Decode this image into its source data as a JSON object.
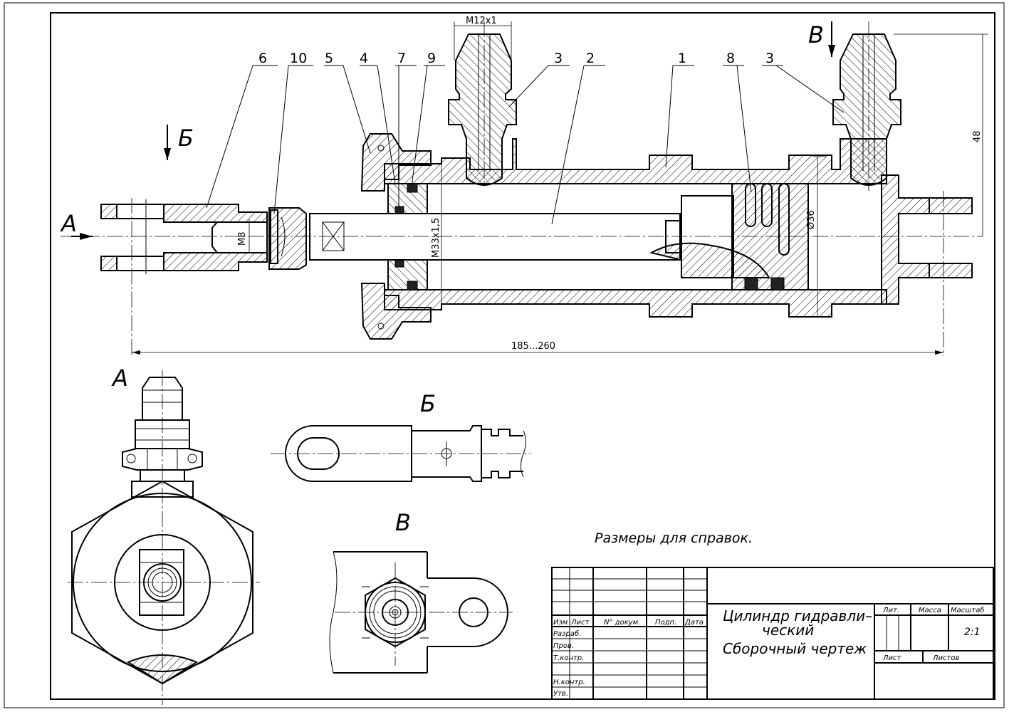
{
  "drawing": {
    "title_line1": "Цилиндр гидравли–",
    "title_line2": "ческий",
    "title_line3": "Сборочный чертеж",
    "note": "Размеры для справок.",
    "scale_value": "2:1"
  },
  "dimensions": {
    "thread_top": "M12x1",
    "thread_rod": "M8",
    "thread_nut": "M33x1,5",
    "diameter": "Ø36",
    "height": "48",
    "length": "185...260"
  },
  "part_numbers": [
    "6",
    "10",
    "5",
    "4",
    "7",
    "9",
    "3",
    "2",
    "1",
    "8",
    "3"
  ],
  "views": {
    "a_main": "A",
    "b_arrow": "Б",
    "v_arrow": "В",
    "a_view": "А",
    "b_view": "Б",
    "v_view": "В"
  },
  "title_block": {
    "col_izm": "Изм",
    "col_list": "Лист",
    "col_docnum": "N° докум.",
    "col_sign": "Подп.",
    "col_date": "Дата",
    "row_razrab": "Разраб.",
    "row_prov": "Пров.",
    "row_tkontr": "Т.контр.",
    "row_nkontr": "Н.контр.",
    "row_utv": "Утв.",
    "lit": "Лит.",
    "massa": "Масса",
    "masshtab": "Масштаб",
    "list": "Лист",
    "listov": "Листов"
  }
}
